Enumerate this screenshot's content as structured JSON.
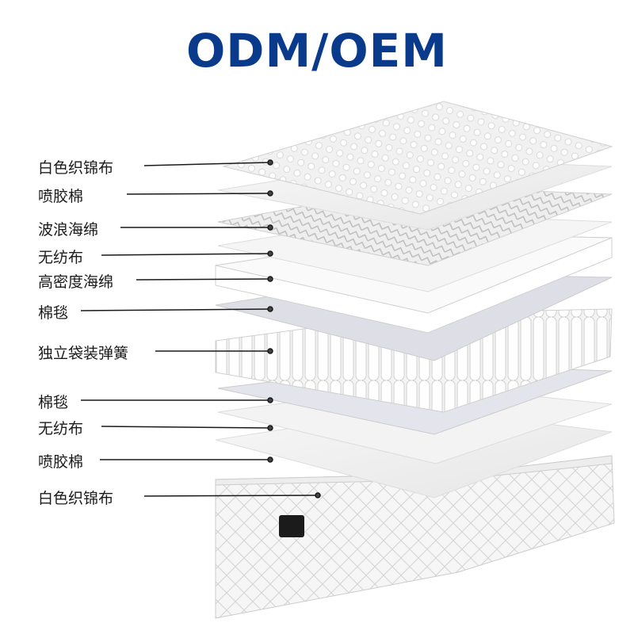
{
  "title": {
    "text": "ODM/OEM",
    "color": "#0a3a8c"
  },
  "layers": [
    {
      "label": "白色织锦布"
    },
    {
      "label": "喷胶棉"
    },
    {
      "label": "波浪海绵"
    },
    {
      "label": "无纺布"
    },
    {
      "label": "高密度海绵"
    },
    {
      "label": "棉毯"
    },
    {
      "label": "独立袋装弹簧"
    },
    {
      "label": "棉毯"
    },
    {
      "label": "无纺布"
    },
    {
      "label": "喷胶棉"
    },
    {
      "label": "白色织锦布"
    }
  ],
  "colors": {
    "line": "#1a1a1a",
    "dot": "#444444"
  }
}
